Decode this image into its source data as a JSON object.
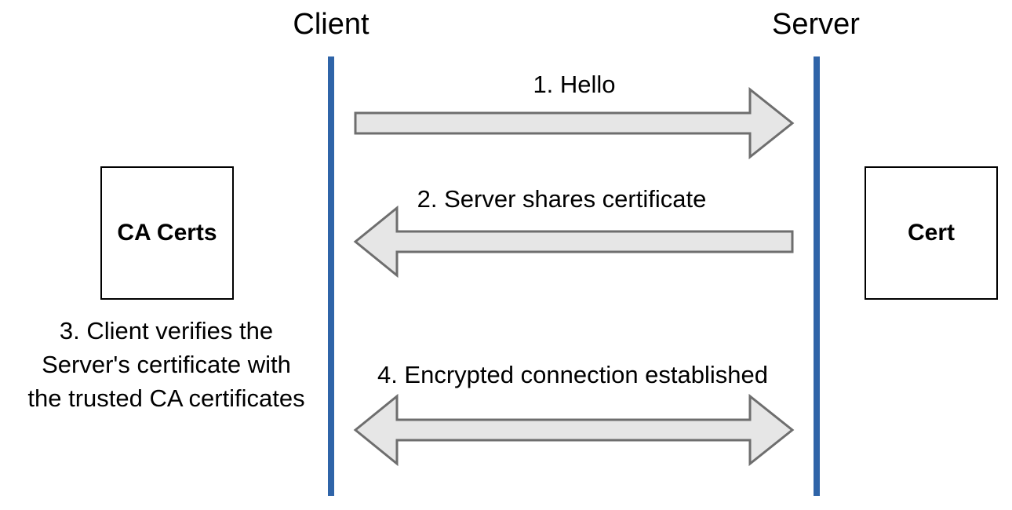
{
  "actors": {
    "client": "Client",
    "server": "Server"
  },
  "boxes": {
    "ca_certs": "CA Certs",
    "cert": "Cert"
  },
  "messages": {
    "hello": "1. Hello",
    "server_shares": "2. Server shares certificate",
    "client_verifies": [
      "3. Client verifies the",
      "Server's certificate with",
      "the trusted CA certificates"
    ],
    "encrypted": "4. Encrypted connection established"
  },
  "colors": {
    "lifeline": "#2f64a8",
    "arrow_fill": "#e6e6e6",
    "arrow_stroke": "#6e6e6e"
  }
}
